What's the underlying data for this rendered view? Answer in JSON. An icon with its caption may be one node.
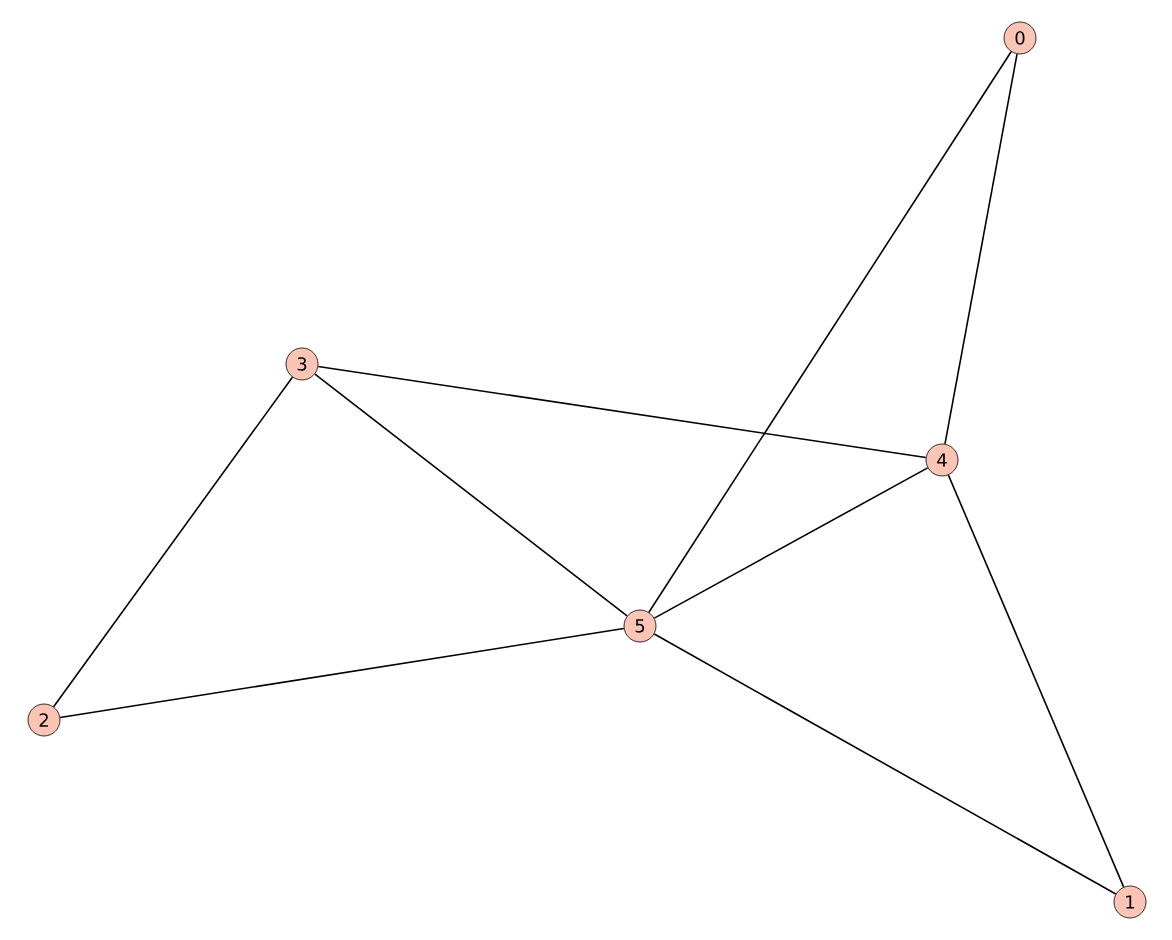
{
  "diagram": {
    "nodes": [
      {
        "text": [
          "0"
        ]
      },
      {
        "text": [
          "1"
        ]
      },
      {
        "text": [
          "2"
        ]
      },
      {
        "text": [
          "3"
        ]
      },
      {
        "text": [
          "4"
        ]
      },
      {
        "text": [
          "5"
        ]
      }
    ],
    "edges": [
      {
        "from": 0,
        "to": 5,
        "arrow": "none"
      },
      {
        "from": 0,
        "to": 4,
        "arrow": "none"
      },
      {
        "from": 3,
        "to": 4,
        "arrow": "none"
      },
      {
        "from": 3,
        "to": 5,
        "arrow": "none"
      },
      {
        "from": 3,
        "to": 2,
        "arrow": "none"
      },
      {
        "from": 2,
        "to": 5,
        "arrow": "none"
      },
      {
        "from": 5,
        "to": 4,
        "arrow": "none"
      },
      {
        "from": 5,
        "to": 1,
        "arrow": "none"
      },
      {
        "from": 4,
        "to": 1,
        "arrow": "none"
      }
    ]
  }
}
